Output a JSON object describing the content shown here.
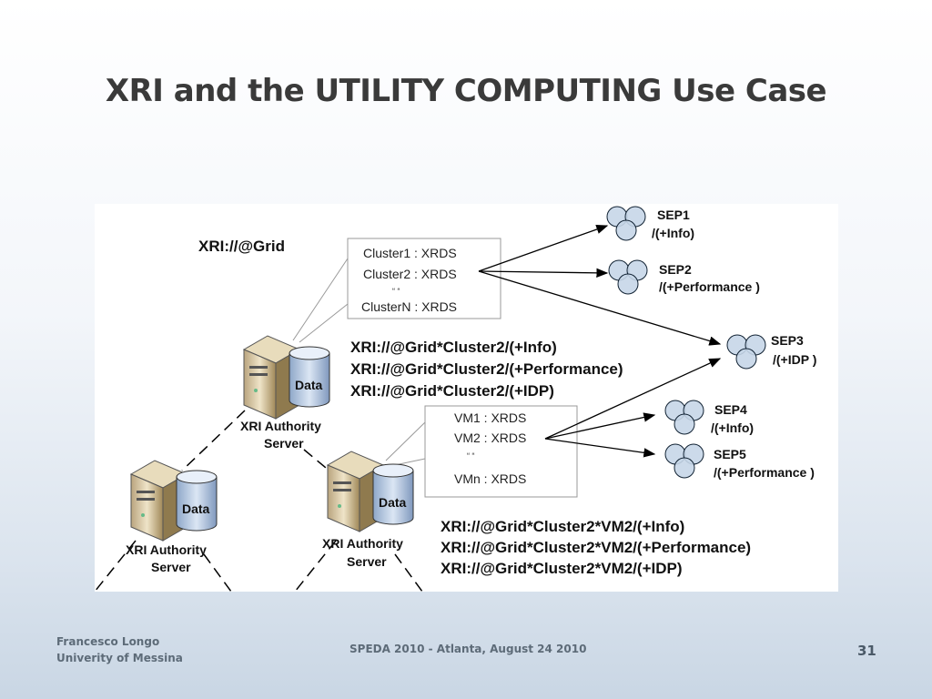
{
  "slide": {
    "title": "XRI and the UTILITY COMPUTING Use Case",
    "author_name": "Francesco Longo",
    "author_affiliation": "Univerity of Messina",
    "conference": "SPEDA 2010 - Atlanta, August 24 2010",
    "page_number": "31"
  },
  "diagram": {
    "root_xri": "XRI://@Grid",
    "cluster_box": [
      "Cluster1 : XRDS",
      "Cluster2 : XRDS",
      "“          “",
      "ClusterN : XRDS"
    ],
    "vm_box": [
      "VM1 : XRDS",
      "VM2 : XRDS",
      "“          “",
      "VMn : XRDS"
    ],
    "cluster_xris": [
      "XRI://@Grid*Cluster2/(+Info)",
      "XRI://@Grid*Cluster2/(+Performance)",
      "XRI://@Grid*Cluster2/(+IDP)"
    ],
    "vm_xris": [
      "XRI://@Grid*Cluster2*VM2/(+Info)",
      "XRI://@Grid*Cluster2*VM2/(+Performance)",
      "XRI://@Grid*Cluster2*VM2/(+IDP)"
    ],
    "seps": [
      {
        "name": "SEP1",
        "service": "/(+Info)"
      },
      {
        "name": "SEP2",
        "service": "/(+Performance )"
      },
      {
        "name": "SEP3",
        "service": "/(+IDP )"
      },
      {
        "name": "SEP4",
        "service": "/(+Info)"
      },
      {
        "name": "SEP5",
        "service": "/(+Performance )"
      }
    ],
    "server_label_line1": "XRI Authority",
    "server_label_line2": "Server",
    "data_label": "Data"
  }
}
